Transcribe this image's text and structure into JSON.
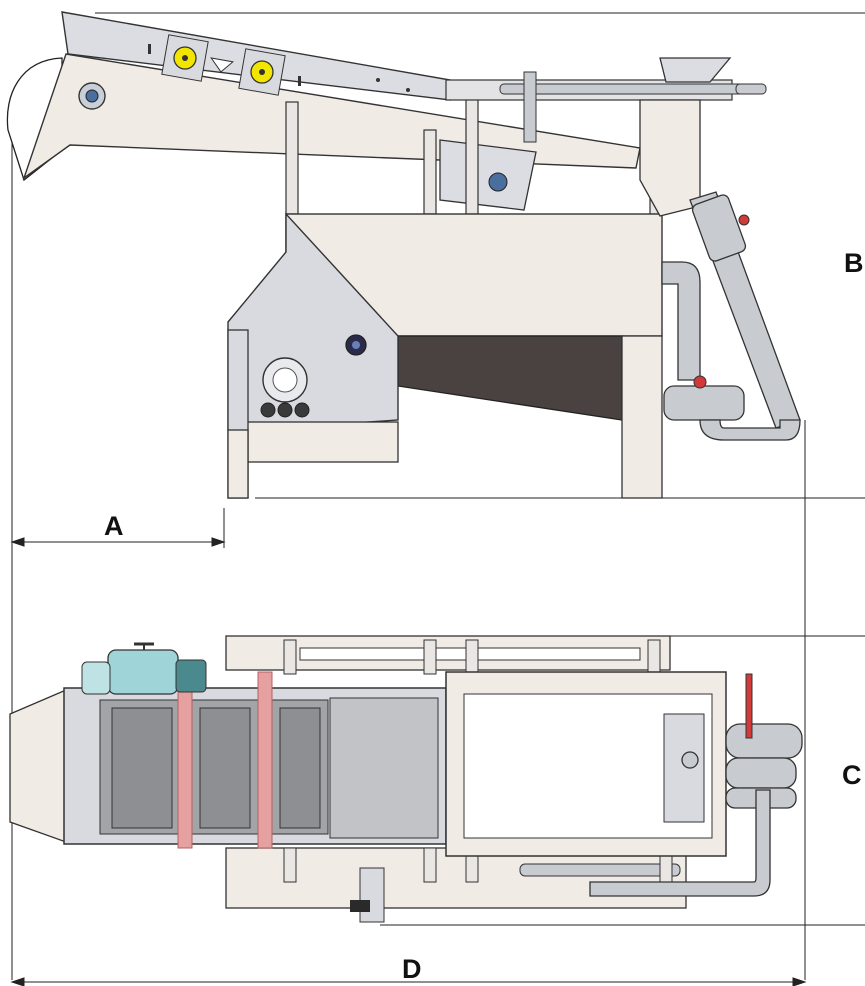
{
  "dimensions": {
    "A": "A",
    "B": "B",
    "C": "C",
    "D": "D"
  },
  "colors": {
    "body_gray": "#d9dadf",
    "light_panel": "#efe9e3",
    "dark_tank": "#4a4240",
    "yellow_dial": "#f2e600",
    "motor_teal": "#9fd4d8",
    "pipe_gray": "#c8cbd0",
    "red_accent": "#d23a3a",
    "belt_pink": "#e7a0a0"
  }
}
